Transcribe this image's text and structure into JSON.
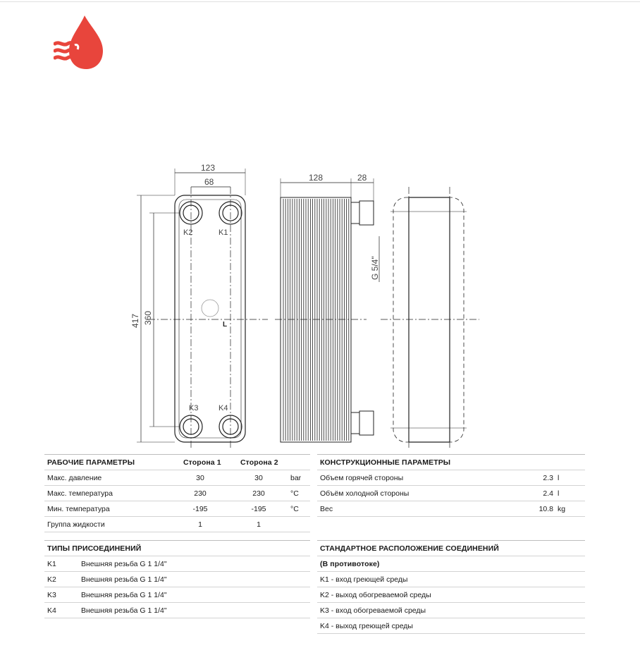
{
  "logo": {
    "icon": "drop-with-waves-icon",
    "color": "#e8453c"
  },
  "drawing": {
    "dims": {
      "w123": "123",
      "w68": "68",
      "w128": "128",
      "w28": "28",
      "h417": "417",
      "h360": "360",
      "thread": "G 5/4\""
    },
    "ports": {
      "k1": "K1",
      "k2": "K2",
      "k3": "K3",
      "k4": "K4"
    },
    "brand_mark": "L"
  },
  "working": {
    "title": "РАБОЧИЕ ПАРАМЕТРЫ",
    "side1": "Сторона 1",
    "side2": "Сторона 2",
    "rows": [
      {
        "label": "Макс. давление",
        "v1": "30",
        "v2": "30",
        "unit": "bar"
      },
      {
        "label": "Макс. температура",
        "v1": "230",
        "v2": "230",
        "unit": "°C"
      },
      {
        "label": "Мин. температура",
        "v1": "-195",
        "v2": "-195",
        "unit": "°C"
      },
      {
        "label": "Группа жидкости",
        "v1": "1",
        "v2": "1",
        "unit": ""
      }
    ]
  },
  "construction": {
    "title": "КОНСТРУКЦИОННЫЕ ПАРАМЕТРЫ",
    "rows": [
      {
        "label": "Объем горячей стороны",
        "value": "2.3",
        "unit": "l"
      },
      {
        "label": "Объём холодной стороны",
        "value": "2.4",
        "unit": "l"
      },
      {
        "label": "Вес",
        "value": "10.8",
        "unit": "kg"
      }
    ]
  },
  "connections": {
    "title": "ТИПЫ ПРИСОЕДИНЕНИЙ",
    "rows": [
      {
        "id": "K1",
        "desc": "Внешняя резьба G 1 1/4\""
      },
      {
        "id": "K2",
        "desc": "Внешняя резьба G 1 1/4\""
      },
      {
        "id": "K3",
        "desc": "Внешняя резьба G 1 1/4\""
      },
      {
        "id": "K4",
        "desc": "Внешняя резьба G 1 1/4\""
      }
    ]
  },
  "layout_std": {
    "title": "СТАНДАРТНОЕ РАСПОЛОЖЕНИЕ СОЕДИНЕНИЙ",
    "subtitle": "(В противотоке)",
    "rows": [
      "K1 - вход греющей среды",
      "K2 - выход обогреваемой среды",
      "K3 - вход обогреваемой среды",
      "K4 - выход греющей среды"
    ]
  }
}
